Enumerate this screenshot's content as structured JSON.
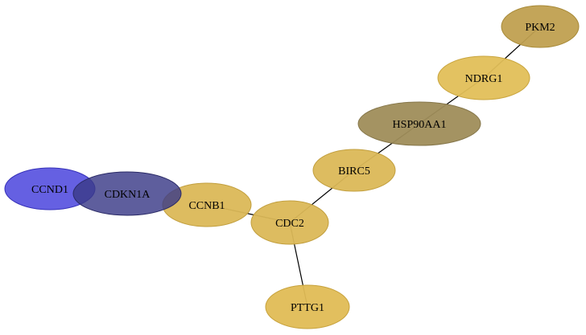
{
  "nodes": [
    {
      "id": "PKM2",
      "label": "PKM2",
      "fill": "#c0a050",
      "stroke": "#a88a38"
    },
    {
      "id": "NDRG1",
      "label": "NDRG1",
      "fill": "#e2bf58",
      "stroke": "#c9a53e"
    },
    {
      "id": "HSP90AA1",
      "label": "HSP90AA1",
      "fill": "#9f8d5a",
      "stroke": "#85764a"
    },
    {
      "id": "BIRC5",
      "label": "BIRC5",
      "fill": "#dbb857",
      "stroke": "#c29f3e"
    },
    {
      "id": "CCNB1",
      "label": "CCNB1",
      "fill": "#dbb857",
      "stroke": "#c29f3e"
    },
    {
      "id": "CDC2",
      "label": "CDC2",
      "fill": "#dbb857",
      "stroke": "#c29f3e"
    },
    {
      "id": "PTTG1",
      "label": "PTTG1",
      "fill": "#e0bc55",
      "stroke": "#c7a23c"
    },
    {
      "id": "CCND1",
      "label": "CCND1",
      "fill": "#4a44dd",
      "stroke": "#3530b8"
    },
    {
      "id": "CDKN1A",
      "label": "CDKN1A",
      "fill": "#3a3a88",
      "stroke": "#2a2a66"
    }
  ],
  "edges": [
    {
      "source": "PKM2",
      "target": "NDRG1"
    },
    {
      "source": "NDRG1",
      "target": "HSP90AA1"
    },
    {
      "source": "HSP90AA1",
      "target": "BIRC5"
    },
    {
      "source": "BIRC5",
      "target": "CDC2"
    },
    {
      "source": "CCNB1",
      "target": "CDC2"
    },
    {
      "source": "CDC2",
      "target": "PTTG1"
    }
  ]
}
